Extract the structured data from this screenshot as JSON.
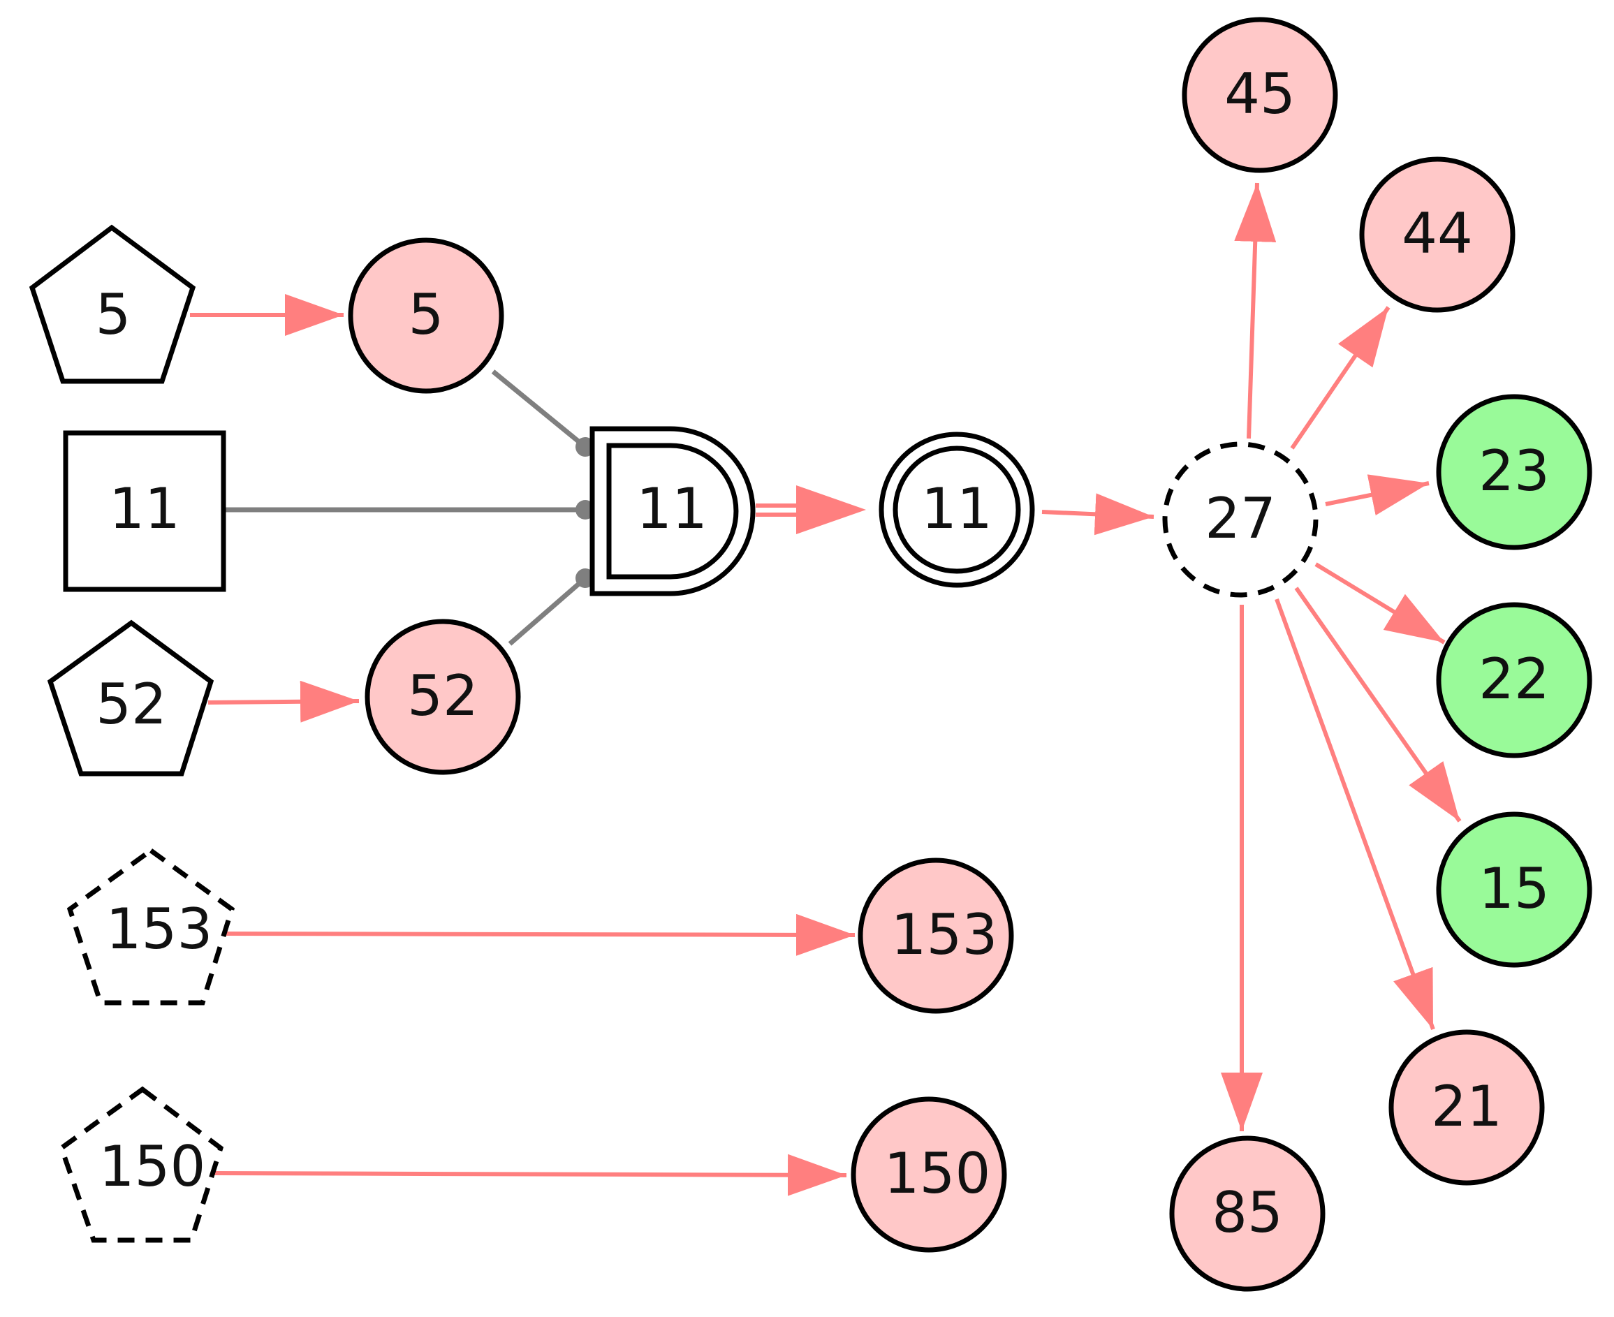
{
  "colors": {
    "pink_fill": "#ffc8c8",
    "green_fill": "#99fa99",
    "red_edge": "#ff7f7f",
    "grey_edge": "#7f7f7f",
    "outline": "#000000"
  },
  "nodes": {
    "pent_5": "5",
    "circle_5": "5",
    "box_11": "11",
    "and_11": "11",
    "double_11": "11",
    "pent_52": "52",
    "circle_52": "52",
    "pent_153": "153",
    "circle_153": "153",
    "pent_150": "150",
    "circle_150": "150",
    "hub_27": "27",
    "circle_45": "45",
    "circle_44": "44",
    "circle_23": "23",
    "circle_22": "22",
    "circle_15": "15",
    "circle_21": "21",
    "circle_85": "85"
  }
}
